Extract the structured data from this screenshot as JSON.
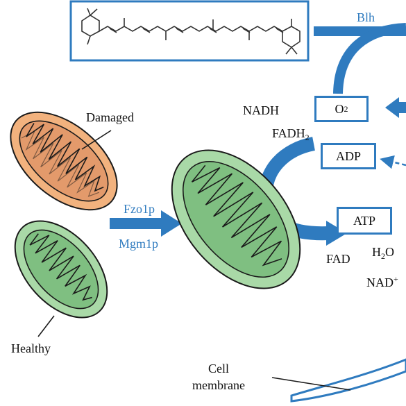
{
  "colors": {
    "blue": "#2f7bbf",
    "damaged_fill": "#f2b27e",
    "damaged_inner": "#e39a6b",
    "healthy_fill": "#a9d9a7",
    "healthy_inner": "#7fbf81",
    "outline": "#1a1a1a"
  },
  "labels": {
    "blh": "Blh",
    "nadh": "NADH",
    "fadh2_main": "FADH",
    "fadh2_sub": "2",
    "o2_main": "O",
    "o2_sub": "2",
    "adp": "ADP",
    "atp": "ATP",
    "fad": "FAD",
    "h2o_main": "H",
    "h2o_sub": "2",
    "h2o_tail": "O",
    "nad_main": "NAD",
    "nad_sup": "+",
    "damaged": "Damaged",
    "healthy": "Healthy",
    "fzo1p": "Fzo1p",
    "mgm1p": "Mgm1p",
    "cell_line1": "Cell",
    "cell_line2": "membrane"
  },
  "icons": {
    "molecule": "beta-carotene-structure-icon",
    "mitochondrion": "mitochondrion-icon"
  }
}
